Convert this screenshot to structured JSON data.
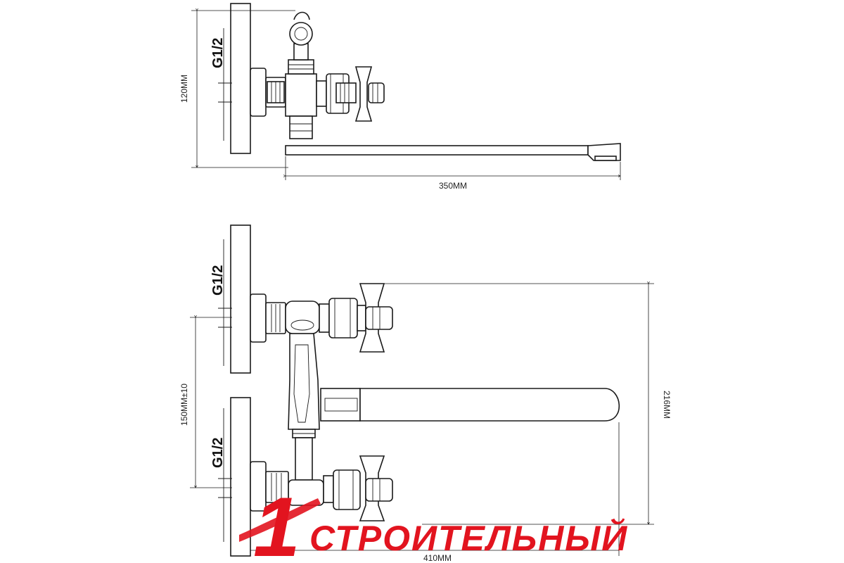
{
  "top_view": {
    "thread_label": "G1/2",
    "height_dim": "120MM",
    "length_dim": "350MM"
  },
  "bottom_view": {
    "thread_label_upper": "G1/2",
    "thread_label_lower": "G1/2",
    "spacing_dim": "150MM±10",
    "height_dim": "216MM",
    "length_dim": "410MM"
  },
  "watermark": {
    "number": "1",
    "text": "СТРОИТЕЛЬНЫЙ",
    "color": "#e2141f"
  }
}
